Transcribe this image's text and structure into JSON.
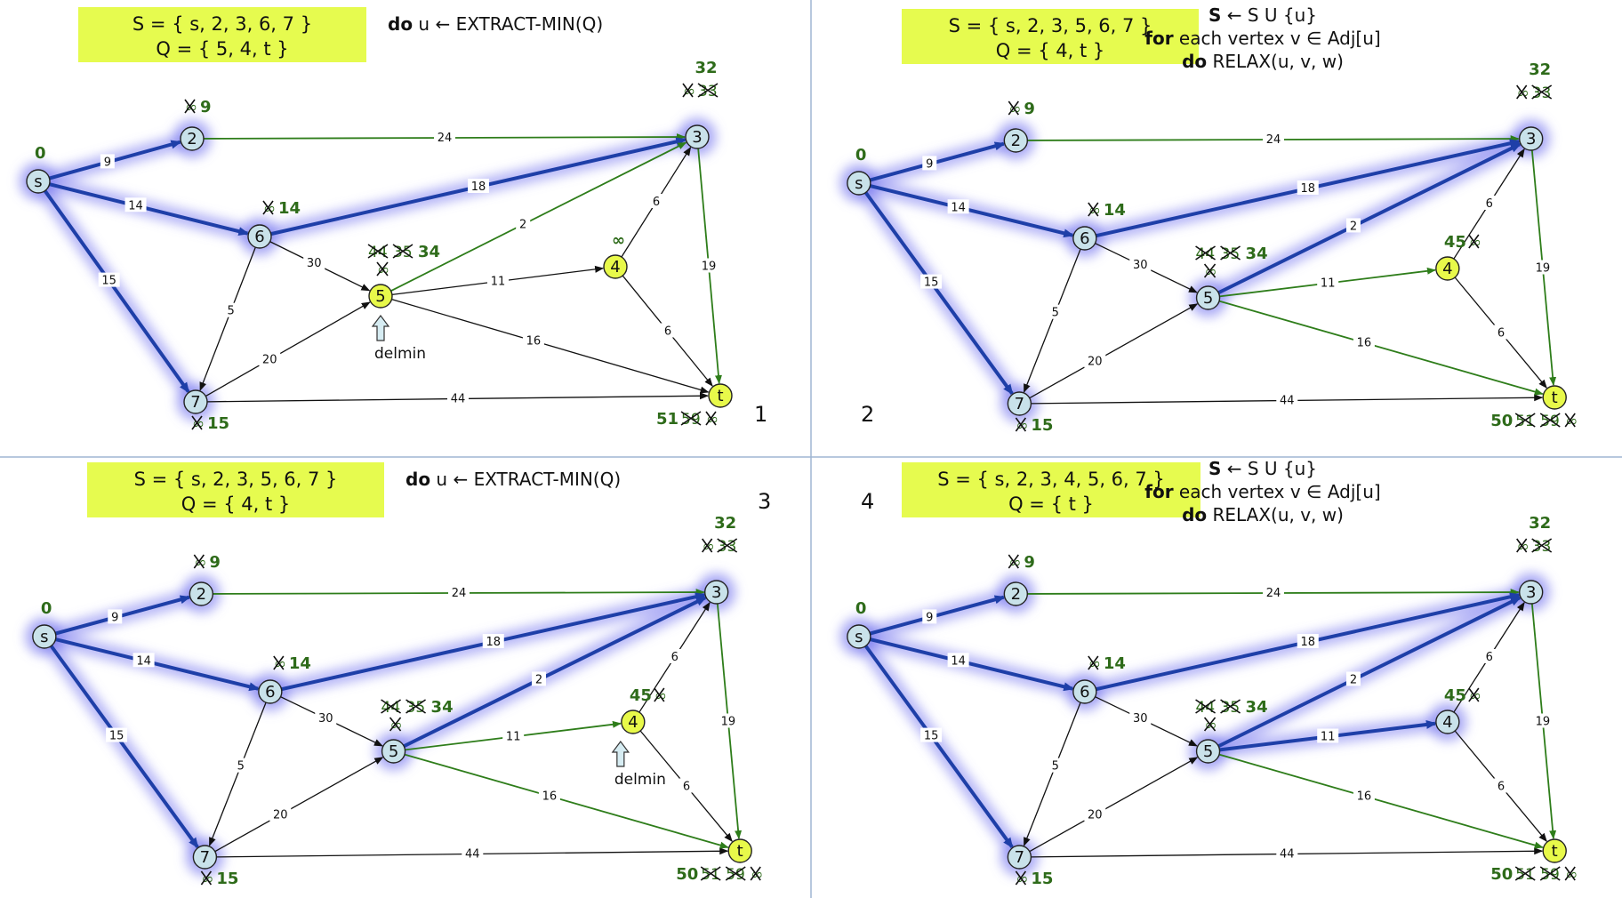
{
  "colors": {
    "set_box": "#e6fb4f",
    "node_visited": "#c9e2ea",
    "node_frontier": "#e8f94a",
    "edge_tree": "#1e3fa8",
    "edge_relaxed": "#2e7d1a",
    "edge_plain": "#111111",
    "halo": "#7e7ef0",
    "dist_text": "#2e6b1a",
    "divider": "#7a9cc6"
  },
  "weights": {
    "s-2": "9",
    "s-6": "14",
    "s-7": "15",
    "2-3": "24",
    "6-3": "18",
    "6-5": "30",
    "6-7": "5",
    "7-5": "20",
    "7-t": "44",
    "5-3": "2",
    "5-4": "11",
    "5-t": "16",
    "4-3": "6",
    "4-t": "6",
    "3-t": "19"
  },
  "panels": [
    {
      "id": "1",
      "number": "1",
      "S": "S = { s, 2, 3, 6, 7 }",
      "Q": "Q = { 5, 4, t }",
      "code": [
        {
          "bold": "do",
          "rest": " u ← EXTRACT-MIN(Q)"
        }
      ],
      "frontier": [
        "5",
        "4",
        "t"
      ],
      "tree_edges": [
        "s-2",
        "s-6",
        "s-7",
        "6-3"
      ],
      "relaxed_edges": [
        "2-3",
        "5-3",
        "3-t"
      ],
      "halos": [
        "s",
        "2",
        "6",
        "7",
        "3"
      ],
      "delmin_at": "5",
      "delmin_text": "delmin",
      "dist_labels": [
        {
          "node": "s",
          "lines": [
            {
              "text": "0"
            }
          ]
        },
        {
          "node": "2",
          "lines": [
            {
              "text": "∞",
              "x": true
            },
            {
              "text": "9"
            }
          ]
        },
        {
          "node": "6",
          "lines": [
            {
              "text": "∞",
              "x": true
            },
            {
              "text": "14"
            }
          ]
        },
        {
          "node": "7",
          "lines": [
            {
              "text": "∞",
              "x": true
            },
            {
              "text": "15"
            }
          ]
        },
        {
          "node": "3",
          "top": "32",
          "lines": [
            {
              "text": "∞",
              "x": true
            },
            {
              "text": "33",
              "x": true
            }
          ]
        },
        {
          "node": "5",
          "lines": [
            {
              "text": "44",
              "x": true
            },
            {
              "text": "35",
              "x": true
            },
            {
              "text": "34"
            }
          ],
          "extra": "∞"
        },
        {
          "node": "4",
          "lines": [
            {
              "text": "∞"
            }
          ]
        },
        {
          "node": "t",
          "lines": [
            {
              "text": "51"
            },
            {
              "text": "59",
              "x": true
            },
            {
              "text": "∞",
              "x": true
            }
          ]
        }
      ]
    },
    {
      "id": "2",
      "number": "2",
      "S": "S = { s, 2, 3, 5, 6, 7 }",
      "Q": "Q = { 4, t }",
      "code": [
        {
          "bold": "S",
          "rest": " ← S U {u}"
        },
        {
          "bold": "for",
          "rest": " each vertex v ∈ Adj[u]"
        },
        {
          "bold": "do",
          "rest": " RELAX(u, v, w)"
        }
      ],
      "frontier": [
        "4",
        "t"
      ],
      "tree_edges": [
        "s-2",
        "s-6",
        "s-7",
        "6-3",
        "5-3"
      ],
      "relaxed_edges": [
        "2-3",
        "3-t",
        "5-4",
        "5-t"
      ],
      "halos": [
        "s",
        "2",
        "6",
        "7",
        "3",
        "5"
      ],
      "dist_labels": [
        {
          "node": "s",
          "lines": [
            {
              "text": "0"
            }
          ]
        },
        {
          "node": "2",
          "lines": [
            {
              "text": "∞",
              "x": true
            },
            {
              "text": "9"
            }
          ]
        },
        {
          "node": "6",
          "lines": [
            {
              "text": "∞",
              "x": true
            },
            {
              "text": "14"
            }
          ]
        },
        {
          "node": "7",
          "lines": [
            {
              "text": "∞",
              "x": true
            },
            {
              "text": "15"
            }
          ]
        },
        {
          "node": "3",
          "top": "32",
          "lines": [
            {
              "text": "∞",
              "x": true
            },
            {
              "text": "33",
              "x": true
            }
          ]
        },
        {
          "node": "5",
          "lines": [
            {
              "text": "44",
              "x": true
            },
            {
              "text": "35",
              "x": true
            },
            {
              "text": "34"
            }
          ],
          "extra": "∞"
        },
        {
          "node": "4",
          "lines": [
            {
              "text": "45"
            },
            {
              "text": "∞",
              "x": true
            }
          ]
        },
        {
          "node": "t",
          "lines": [
            {
              "text": "50"
            },
            {
              "text": "51",
              "x": true
            },
            {
              "text": "59",
              "x": true
            },
            {
              "text": "∞",
              "x": true
            }
          ]
        }
      ]
    },
    {
      "id": "3",
      "number": "3",
      "S": "S = { s, 2, 3, 5, 6, 7 }",
      "Q": "Q = { 4, t }",
      "code": [
        {
          "bold": "do",
          "rest": " u ← EXTRACT-MIN(Q)"
        }
      ],
      "frontier": [
        "4",
        "t"
      ],
      "tree_edges": [
        "s-2",
        "s-6",
        "s-7",
        "6-3",
        "5-3"
      ],
      "relaxed_edges": [
        "2-3",
        "3-t",
        "5-4",
        "5-t"
      ],
      "halos": [
        "s",
        "2",
        "6",
        "7",
        "3",
        "5"
      ],
      "delmin_at": "4",
      "delmin_text": "delmin",
      "dist_labels": [
        {
          "node": "s",
          "lines": [
            {
              "text": "0"
            }
          ]
        },
        {
          "node": "2",
          "lines": [
            {
              "text": "∞",
              "x": true
            },
            {
              "text": "9"
            }
          ]
        },
        {
          "node": "6",
          "lines": [
            {
              "text": "∞",
              "x": true
            },
            {
              "text": "14"
            }
          ]
        },
        {
          "node": "7",
          "lines": [
            {
              "text": "∞",
              "x": true
            },
            {
              "text": "15"
            }
          ]
        },
        {
          "node": "3",
          "top": "32",
          "lines": [
            {
              "text": "∞",
              "x": true
            },
            {
              "text": "33",
              "x": true
            }
          ]
        },
        {
          "node": "5",
          "lines": [
            {
              "text": "44",
              "x": true
            },
            {
              "text": "35",
              "x": true
            },
            {
              "text": "34"
            }
          ],
          "extra": "∞"
        },
        {
          "node": "4",
          "lines": [
            {
              "text": "45"
            },
            {
              "text": "∞",
              "x": true
            }
          ]
        },
        {
          "node": "t",
          "lines": [
            {
              "text": "50"
            },
            {
              "text": "51",
              "x": true
            },
            {
              "text": "59",
              "x": true
            },
            {
              "text": "∞",
              "x": true
            }
          ]
        }
      ]
    },
    {
      "id": "4",
      "number": "4",
      "S": "S = { s, 2, 3, 4, 5, 6, 7 }",
      "Q": "Q = { t }",
      "code": [
        {
          "bold": "S",
          "rest": " ← S U {u}"
        },
        {
          "bold": "for",
          "rest": " each vertex v ∈ Adj[u]"
        },
        {
          "bold": "do",
          "rest": " RELAX(u, v, w)"
        }
      ],
      "frontier": [
        "t"
      ],
      "tree_edges": [
        "s-2",
        "s-6",
        "s-7",
        "6-3",
        "5-3",
        "5-4"
      ],
      "relaxed_edges": [
        "2-3",
        "3-t",
        "5-t"
      ],
      "halos": [
        "s",
        "2",
        "6",
        "7",
        "3",
        "5",
        "4"
      ],
      "dist_labels": [
        {
          "node": "s",
          "lines": [
            {
              "text": "0"
            }
          ]
        },
        {
          "node": "2",
          "lines": [
            {
              "text": "∞",
              "x": true
            },
            {
              "text": "9"
            }
          ]
        },
        {
          "node": "6",
          "lines": [
            {
              "text": "∞",
              "x": true
            },
            {
              "text": "14"
            }
          ]
        },
        {
          "node": "7",
          "lines": [
            {
              "text": "∞",
              "x": true
            },
            {
              "text": "15"
            }
          ]
        },
        {
          "node": "3",
          "top": "32",
          "lines": [
            {
              "text": "∞",
              "x": true
            },
            {
              "text": "33",
              "x": true
            }
          ]
        },
        {
          "node": "5",
          "lines": [
            {
              "text": "44",
              "x": true
            },
            {
              "text": "35",
              "x": true
            },
            {
              "text": "34"
            }
          ],
          "extra": "∞"
        },
        {
          "node": "4",
          "lines": [
            {
              "text": "45"
            },
            {
              "text": "∞",
              "x": true
            }
          ]
        },
        {
          "node": "t",
          "lines": [
            {
              "text": "50"
            },
            {
              "text": "51",
              "x": true
            },
            {
              "text": "59",
              "x": true
            },
            {
              "text": "∞",
              "x": true
            }
          ]
        }
      ]
    }
  ]
}
